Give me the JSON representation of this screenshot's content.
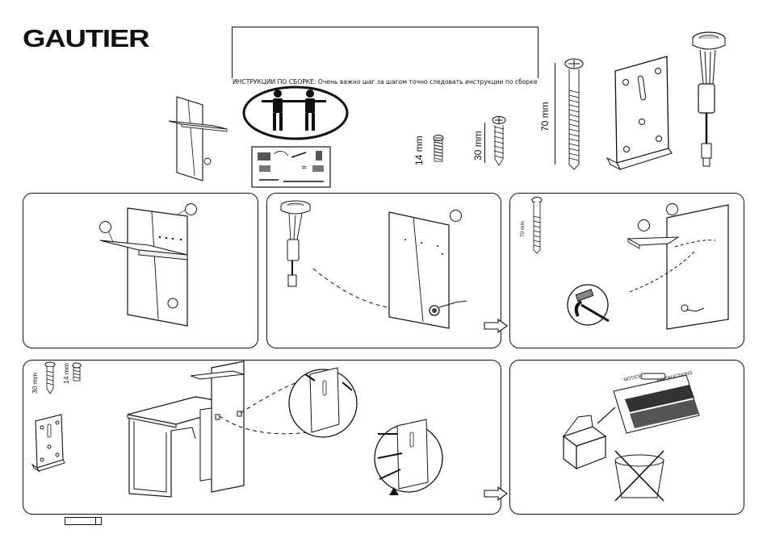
{
  "brand": {
    "name": "GAUTIER"
  },
  "header": {
    "instructions": "ИНСТРУКЦИИ ПО СБОРКЕ: Очень важно шаг за шагом точно следовать инструкции по сборке"
  },
  "hardware": {
    "screw_short_label": "14 mm",
    "screw_medium_label": "30 mm",
    "bolt_long_label": "70 mm"
  },
  "steps": {
    "step3_bolt_label": "70 mm",
    "step4_screw_medium_label": "30 mm",
    "step4_screw_short_label": "14 mm"
  },
  "final": {
    "sheet_title_left": "NOTICE",
    "sheet_title_right": "INSTRUCTIONS"
  },
  "icons": {
    "people": "two-person-icon",
    "tools": "tools-icon",
    "arrow": "next-step-arrow-icon",
    "bin": "crossed-wastebasket-icon"
  },
  "colors": {
    "line": "#111111",
    "background": "#ffffff"
  }
}
